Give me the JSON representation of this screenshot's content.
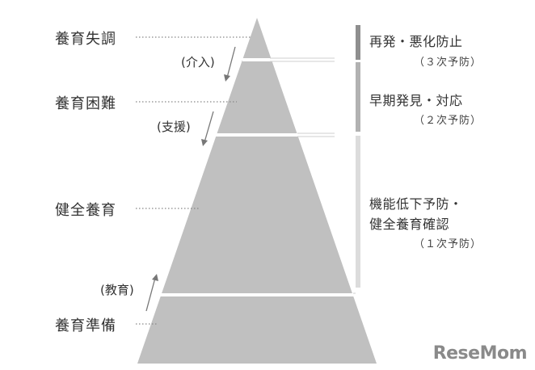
{
  "levels": [
    {
      "label": "養育失調"
    },
    {
      "label": "養育困難"
    },
    {
      "label": "健全養育"
    },
    {
      "label": "養育準備"
    }
  ],
  "arrows": {
    "intervention": "(介入)",
    "support": "(支援)",
    "education": "(教育)"
  },
  "side": {
    "tertiary": {
      "title": "再発・悪化防止",
      "sub": "（３次予防）"
    },
    "secondary": {
      "title": "早期発見・対応",
      "sub": "（２次予防）"
    },
    "primary": {
      "line1": "機能低下予防・",
      "line2": "健全養育確認",
      "sub": "（１次予防）"
    }
  },
  "colors": {
    "pyramid": "#c0c0c0",
    "bar_dark": "#8f8f8f",
    "bar_mid": "#b2b2b2",
    "bar_light": "#dcdcdc"
  },
  "logo": "ReseMom"
}
